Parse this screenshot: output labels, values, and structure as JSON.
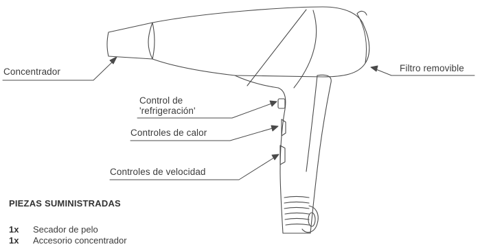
{
  "labels": {
    "concentrador": "Concentrador",
    "filtro": "Filtro removible",
    "control_line1": "Control de",
    "control_line2": "'refrigeración'",
    "calor": "Controles de calor",
    "velocidad": "Controles de velocidad"
  },
  "parts": {
    "heading": "PIEZAS SUMINISTRADAS",
    "items": [
      {
        "qty": "1x",
        "name": "Secador de pelo"
      },
      {
        "qty": "1x",
        "name": "Accesorio concentrador"
      }
    ]
  },
  "colors": {
    "line": "#4a4a4a",
    "text": "#3b3b3b"
  }
}
